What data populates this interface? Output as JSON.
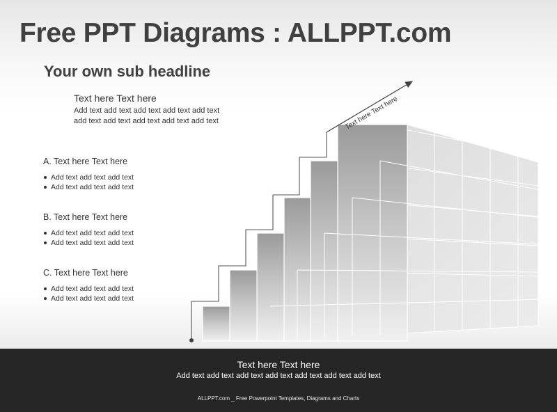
{
  "header": {
    "title": "Free PPT Diagrams : ALLPPT.com",
    "subtitle": "Your own sub headline"
  },
  "intro": {
    "heading": "Text here Text here",
    "lines": [
      "Add text add text add text add text add text",
      "add text add text add text add text add text"
    ]
  },
  "sections": [
    {
      "heading": "A. Text here Text here",
      "bullets": [
        "Add text add text add text",
        "Add text add text add text"
      ]
    },
    {
      "heading": "B. Text here Text here",
      "bullets": [
        "Add text add text add text",
        "Add text add text add text"
      ]
    },
    {
      "heading": "C. Text here Text here",
      "bullets": [
        "Add text add text add text",
        "Add text add text add text"
      ]
    }
  ],
  "diagram": {
    "arrow_label": "Text here Text here",
    "steps": 6
  },
  "footer": {
    "heading": "Text here Text here",
    "text": "Add text add text add text add text add text add text add text",
    "credit": "ALLPPT.com _ Free Powerpoint Templates, Diagrams and Charts"
  }
}
